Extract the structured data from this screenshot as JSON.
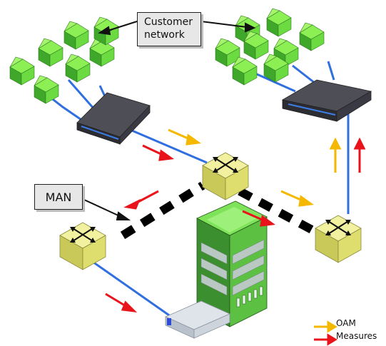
{
  "labels": {
    "customer_network_line1": "Customer",
    "customer_network_line2": "network",
    "man": "MAN"
  },
  "legend": {
    "oam": "OAM",
    "measures": "Measures"
  },
  "colors": {
    "oam": "#f5b800",
    "measures": "#e8131b",
    "link": "#2f6fe0",
    "house": "#66e13a",
    "switch": "#dede6f"
  }
}
